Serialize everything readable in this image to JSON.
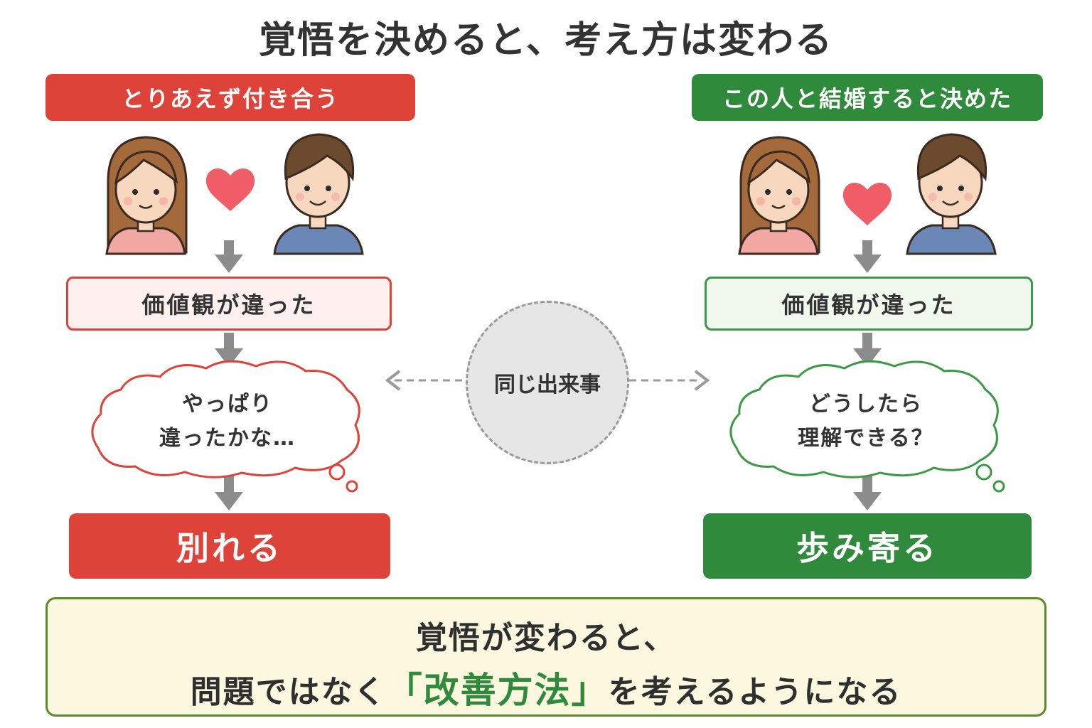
{
  "title": "覚悟を決めると、考え方は変わる",
  "left": {
    "banner": "とりあえず付き合う",
    "event": "価値観が違った",
    "thought_line1": "やっぱり",
    "thought_line2": "違ったかな…",
    "result": "別れる"
  },
  "right": {
    "banner": "この人と結婚すると決めた",
    "event": "価値観が違った",
    "thought_line1": "どうしたら",
    "thought_line2": "理解できる？",
    "result": "歩み寄る"
  },
  "center": {
    "label": "同じ出来事"
  },
  "summary": {
    "line1": "覚悟が変わると、",
    "line2_before": "問題ではなく",
    "line2_highlight": "「改善方法」",
    "line2_after": "を考えるようになる"
  },
  "colors": {
    "red": "#de4339",
    "green": "#2f8a3b",
    "heart": "#f05d66",
    "woman_shirt": "#f2a8a2",
    "man_shirt": "#6b87b6",
    "summary_bg": "#fcf8df"
  },
  "icons": [
    "heart-icon",
    "woman-icon",
    "man-icon",
    "down-arrow-icon",
    "dashed-arrow-icon",
    "thought-cloud-icon"
  ]
}
